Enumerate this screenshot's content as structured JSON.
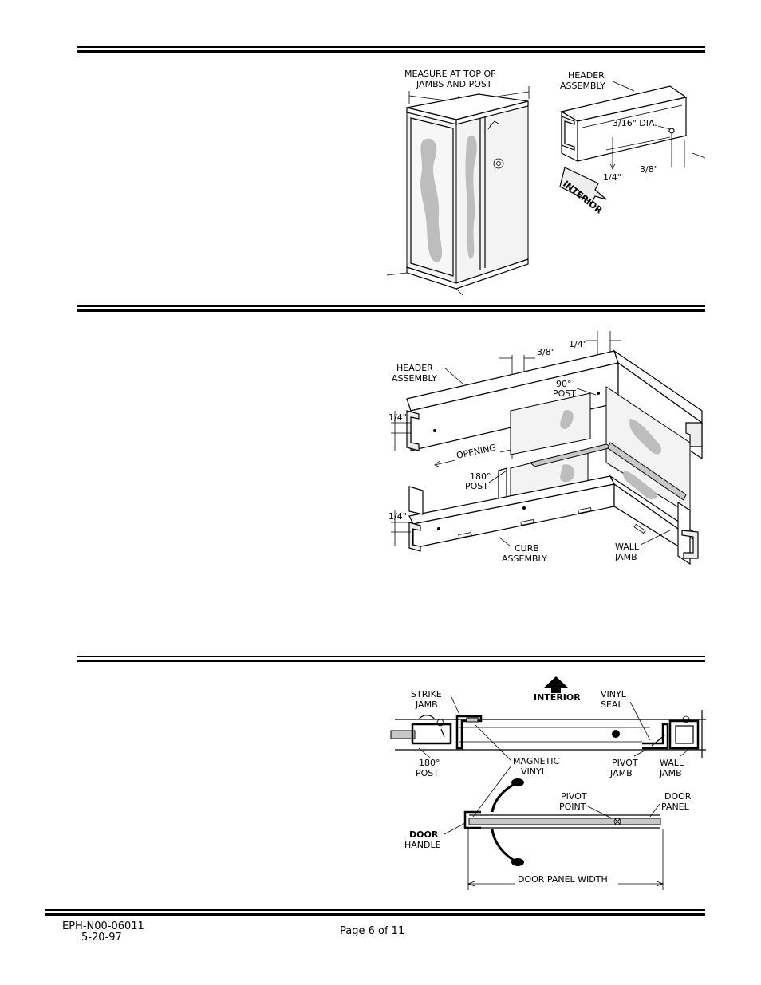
{
  "figure1": {
    "measure_label_line1": "MEASURE AT TOP OF",
    "measure_label_line2": "JAMBS AND POST",
    "header_label_line1": "HEADER",
    "header_label_line2": "ASSEMBLY",
    "hole_dia": "3/16\" DIA.",
    "dim_quarter": "1/4\"",
    "dim_three_eighths": "3/8\"",
    "interior": "INTERIOR"
  },
  "figure2": {
    "dim_three_eighths": "3/8\"",
    "dim_quarter_top": "1/4\"",
    "header_line1": "HEADER",
    "header_line2": "ASSEMBLY",
    "post90_line1": "90°",
    "post90_line2": "POST",
    "dim_quarter_left1": "1/4\"",
    "opening": "OPENING",
    "post180_line1": "180°",
    "post180_line2": "POST",
    "dim_quarter_left2": "1/4\"",
    "curb_line1": "CURB",
    "curb_line2": "ASSEMBLY",
    "wall_line1": "WALL",
    "wall_line2": "JAMB"
  },
  "figure3": {
    "interior": "INTERIOR",
    "strike_line1": "STRIKE",
    "strike_line2": "JAMB",
    "vinyl_line1": "VINYL",
    "vinyl_line2": "SEAL",
    "post180_line1": "180°",
    "post180_line2": "POST",
    "magnetic_line1": "MAGNETIC",
    "magnetic_line2": "VINYL",
    "pivot_jamb_line1": "PIVOT",
    "pivot_jamb_line2": "JAMB",
    "wall_jamb_line1": "WALL",
    "wall_jamb_line2": "JAMB",
    "pivot_point_line1": "PIVOT",
    "pivot_point_line2": "POINT",
    "door_panel_line1": "DOOR",
    "door_panel_line2": "PANEL",
    "door_handle_line1": "DOOR",
    "door_handle_line2": "HANDLE",
    "door_panel_width": "DOOR PANEL WIDTH"
  },
  "footer": {
    "doc_number": "EPH-N00-06011",
    "date": "5-20-97",
    "page": "Page 6 of 11"
  }
}
